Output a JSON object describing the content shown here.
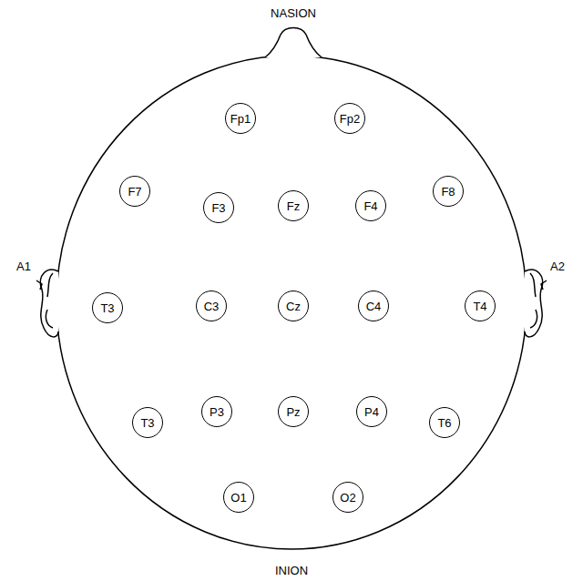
{
  "diagram": {
    "nodes": [
      {
        "text": [
          "Fp1"
        ]
      },
      {
        "text": [
          "Fp2"
        ]
      },
      {
        "text": [
          "F7"
        ]
      },
      {
        "text": [
          "F3"
        ]
      },
      {
        "text": [
          "Fz"
        ]
      },
      {
        "text": [
          "F4"
        ]
      },
      {
        "text": [
          "F8"
        ]
      },
      {
        "text": [
          "T3"
        ]
      },
      {
        "text": [
          "C3"
        ]
      },
      {
        "text": [
          "Cz"
        ]
      },
      {
        "text": [
          "C4"
        ]
      },
      {
        "text": [
          "T4"
        ]
      },
      {
        "text": [
          "T3"
        ]
      },
      {
        "text": [
          "P3"
        ]
      },
      {
        "text": [
          "Pz"
        ]
      },
      {
        "text": [
          "P4"
        ]
      },
      {
        "text": [
          "T6"
        ]
      },
      {
        "text": [
          "O1"
        ]
      },
      {
        "text": [
          "O2"
        ]
      }
    ],
    "labels": [
      "NASION",
      "A1",
      "A2",
      "INION"
    ]
  }
}
